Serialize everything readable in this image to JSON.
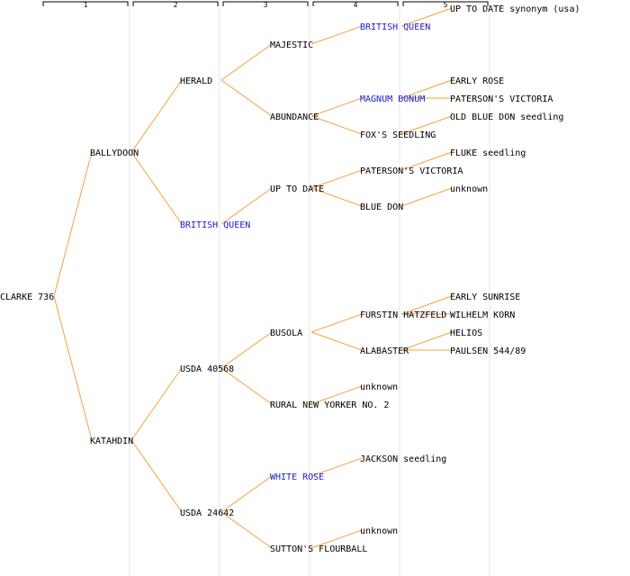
{
  "colors": {
    "line": "#f5a040",
    "text": "#000000",
    "highlight": "#1c1cc8",
    "grid": "#e6e6e6",
    "header": "#000000"
  },
  "generations": [
    "1",
    "2",
    "3",
    "4",
    "5"
  ],
  "nodes": [
    {
      "id": "clarke",
      "label": "CLARKE 736",
      "gen": 0,
      "row": 16
    },
    {
      "id": "ballydoon",
      "label": "BALLYDOON",
      "gen": 1,
      "row": 8,
      "parent": "clarke"
    },
    {
      "id": "katahdin",
      "label": "KATAHDIN",
      "gen": 1,
      "row": 24,
      "parent": "clarke"
    },
    {
      "id": "herald",
      "label": "HERALD",
      "gen": 2,
      "row": 4,
      "parent": "ballydoon"
    },
    {
      "id": "bq2",
      "label": "BRITISH QUEEN",
      "gen": 2,
      "row": 12,
      "parent": "ballydoon",
      "highlight": true
    },
    {
      "id": "usda40568",
      "label": "USDA 40568",
      "gen": 2,
      "row": 20,
      "parent": "katahdin"
    },
    {
      "id": "usda24642",
      "label": "USDA 24642",
      "gen": 2,
      "row": 28,
      "parent": "katahdin"
    },
    {
      "id": "majestic",
      "label": "MAJESTIC",
      "gen": 3,
      "row": 2,
      "parent": "herald"
    },
    {
      "id": "abundance",
      "label": "ABUNDANCE",
      "gen": 3,
      "row": 6,
      "parent": "herald"
    },
    {
      "id": "uptodate",
      "label": "UP TO DATE",
      "gen": 3,
      "row": 10,
      "parent": "bq2"
    },
    {
      "id": "busola",
      "label": "BUSOLA",
      "gen": 3,
      "row": 18,
      "parent": "usda40568"
    },
    {
      "id": "rny2",
      "label": "RURAL NEW YORKER NO. 2",
      "gen": 3,
      "row": 22,
      "parent": "usda40568"
    },
    {
      "id": "whiterose",
      "label": "WHITE ROSE",
      "gen": 3,
      "row": 26,
      "parent": "usda24642",
      "highlight": true
    },
    {
      "id": "sutton",
      "label": "SUTTON'S FLOURBALL",
      "gen": 3,
      "row": 30,
      "parent": "usda24642"
    },
    {
      "id": "bq4",
      "label": "BRITISH QUEEN",
      "gen": 4,
      "row": 1,
      "parent": "majestic",
      "highlight": true
    },
    {
      "id": "magnum",
      "label": "MAGNUM BONUM",
      "gen": 4,
      "row": 5,
      "parent": "abundance",
      "highlight": true
    },
    {
      "id": "foxs",
      "label": "FOX'S SEEDLING",
      "gen": 4,
      "row": 7,
      "parent": "abundance"
    },
    {
      "id": "patvic4",
      "label": "PATERSON'S VICTORIA",
      "gen": 4,
      "row": 9,
      "parent": "uptodate"
    },
    {
      "id": "bluedon",
      "label": "BLUE DON",
      "gen": 4,
      "row": 11,
      "parent": "uptodate"
    },
    {
      "id": "furstin",
      "label": "FURSTIN HATZFELD",
      "gen": 4,
      "row": 17,
      "parent": "busola"
    },
    {
      "id": "alabaster",
      "label": "ALABASTER",
      "gen": 4,
      "row": 19,
      "parent": "busola"
    },
    {
      "id": "unk4a",
      "label": "unknown",
      "gen": 4,
      "row": 21,
      "parent": "rny2"
    },
    {
      "id": "jackson",
      "label": "JACKSON seedling",
      "gen": 4,
      "row": 25,
      "parent": "whiterose"
    },
    {
      "id": "unk4b",
      "label": "unknown",
      "gen": 4,
      "row": 29,
      "parent": "sutton"
    },
    {
      "id": "uptodate5",
      "label": "UP TO DATE synonym (usa)",
      "gen": 5,
      "row": 0,
      "parent": "bq4"
    },
    {
      "id": "earlyrose",
      "label": "EARLY ROSE",
      "gen": 5,
      "row": 4,
      "parent": "magnum"
    },
    {
      "id": "patvic5",
      "label": "PATERSON'S VICTORIA",
      "gen": 5,
      "row": 5,
      "parent": "magnum"
    },
    {
      "id": "oldbluedon",
      "label": "OLD BLUE DON seedling",
      "gen": 5,
      "row": 6,
      "parent": "foxs"
    },
    {
      "id": "fluke",
      "label": "FLUKE seedling",
      "gen": 5,
      "row": 8,
      "parent": "patvic4"
    },
    {
      "id": "unk5a",
      "label": "unknown",
      "gen": 5,
      "row": 10,
      "parent": "bluedon"
    },
    {
      "id": "earlysunrise",
      "label": "EARLY SUNRISE",
      "gen": 5,
      "row": 16,
      "parent": "furstin"
    },
    {
      "id": "wilhelm",
      "label": "WILHELM KORN",
      "gen": 5,
      "row": 17,
      "parent": "furstin"
    },
    {
      "id": "helios",
      "label": "HELIOS",
      "gen": 5,
      "row": 18,
      "parent": "alabaster"
    },
    {
      "id": "paulsen",
      "label": "PAULSEN 544/89",
      "gen": 5,
      "row": 19,
      "parent": "alabaster"
    }
  ]
}
